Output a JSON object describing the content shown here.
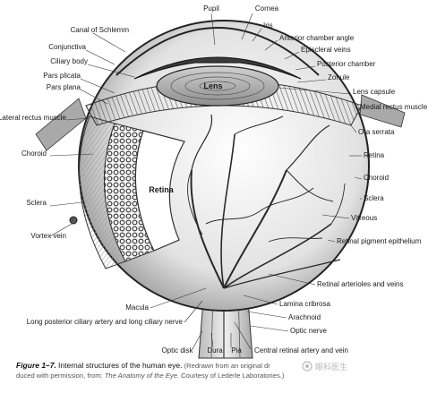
{
  "diagram": {
    "labels_top": [
      "Pupil",
      "Cornea"
    ],
    "labels_left": [
      "Canal of Schlemm",
      "Conjunctiva",
      "Ciliary body",
      "Pars plicata",
      "Pars plana",
      "Lateral rectus muscle",
      "Choroid",
      "Sclera",
      "Vortex vein",
      "Macula",
      "Long posterior ciliary artery and long ciliary nerve"
    ],
    "labels_right": [
      "Iris",
      "Anterior chamber angle",
      "Episcleral veins",
      "Posterior chamber",
      "Zonule",
      "Lens capsule",
      "Medial rectus muscle",
      "Ora serrata",
      "Retina",
      "Choroid",
      "Sclera",
      "Vitreous",
      "Retinal pigment epithelium",
      "Retinal arterioles and veins",
      "Lamina cribrosa",
      "Arachnoid",
      "Optic nerve"
    ],
    "labels_bottom": [
      "Optic disk",
      "Dura",
      "Pia",
      "Central retinal artery and vein"
    ],
    "inner_labels": {
      "lens": "Lens",
      "retina": "Retina"
    }
  },
  "caption": {
    "figure_number": "Figure 1–7.",
    "title": "Internal structures of the human eye.",
    "source_part1": "(Redrawn from an original dr",
    "source_part2": "duced with permission, from: ",
    "source_book": "The Anatomy of the Eye.",
    "source_part3": " Courtesy of Lederle Laboratories.)"
  },
  "watermark": {
    "text": "眼科医生"
  }
}
